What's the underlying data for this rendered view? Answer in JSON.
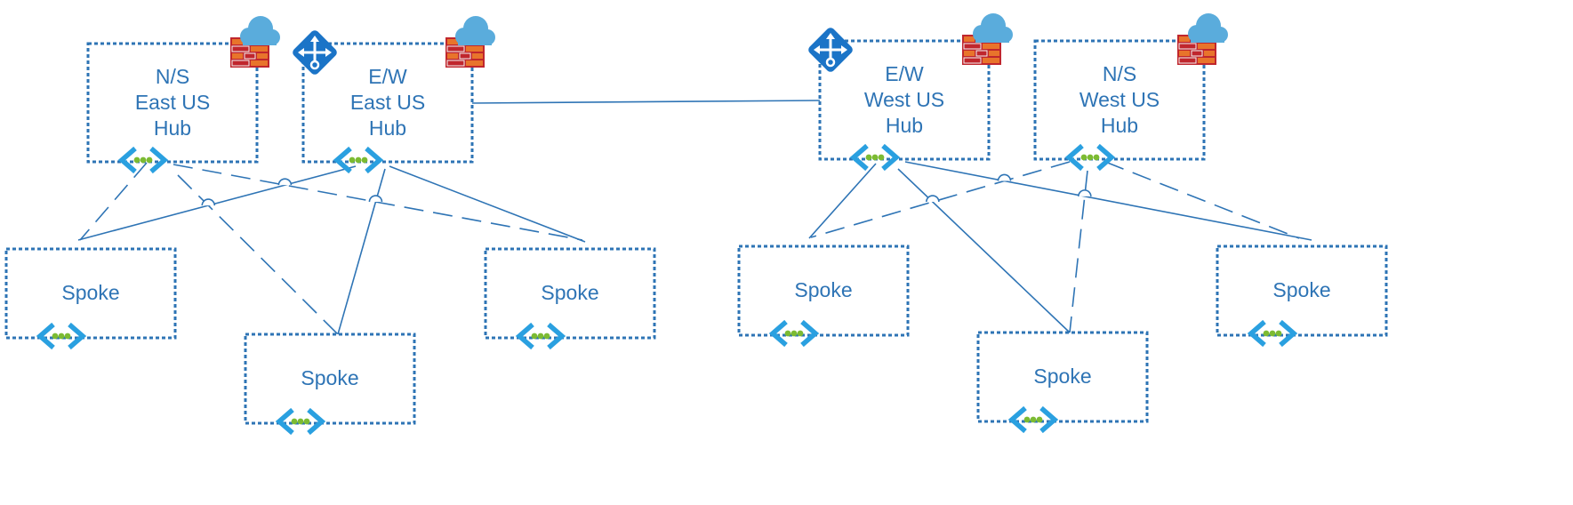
{
  "colors": {
    "accent": "#2e74b5",
    "vnet_bracket": "#2aa0e0",
    "vnet_dots": "#7cbb32",
    "firewall_red": "#c0262d",
    "firewall_orange": "#e8742b",
    "cloud": "#5aacdc",
    "router": "#1b74c7"
  },
  "hubs": [
    {
      "id": "ns-east",
      "lines": [
        "N/S",
        "East US",
        "Hub"
      ],
      "icons": [
        "firewall-icon",
        "cloud-icon",
        "vnet-icon"
      ]
    },
    {
      "id": "ew-east",
      "lines": [
        "E/W",
        "East US",
        "Hub"
      ],
      "icons": [
        "router-icon",
        "firewall-icon",
        "cloud-icon",
        "vnet-icon"
      ]
    },
    {
      "id": "ew-west",
      "lines": [
        "E/W",
        "West US",
        "Hub"
      ],
      "icons": [
        "router-icon",
        "firewall-icon",
        "cloud-icon",
        "vnet-icon"
      ]
    },
    {
      "id": "ns-west",
      "lines": [
        "N/S",
        "West US",
        "Hub"
      ],
      "icons": [
        "firewall-icon",
        "cloud-icon",
        "vnet-icon"
      ]
    }
  ],
  "spokes": [
    {
      "id": "east-1",
      "label": "Spoke"
    },
    {
      "id": "east-2",
      "label": "Spoke"
    },
    {
      "id": "east-3",
      "label": "Spoke"
    },
    {
      "id": "west-1",
      "label": "Spoke"
    },
    {
      "id": "west-2",
      "label": "Spoke"
    },
    {
      "id": "west-3",
      "label": "Spoke"
    }
  ],
  "links": [
    {
      "from": "ew-east",
      "to": "ew-west",
      "style": "solid"
    },
    {
      "from": "ew-east",
      "to": "east-1",
      "style": "solid"
    },
    {
      "from": "ew-east",
      "to": "east-2",
      "style": "solid"
    },
    {
      "from": "ew-east",
      "to": "east-3",
      "style": "solid"
    },
    {
      "from": "ns-east",
      "to": "east-1",
      "style": "dashed"
    },
    {
      "from": "ns-east",
      "to": "east-2",
      "style": "dashed"
    },
    {
      "from": "ns-east",
      "to": "east-3",
      "style": "dashed"
    },
    {
      "from": "ew-west",
      "to": "west-1",
      "style": "solid"
    },
    {
      "from": "ew-west",
      "to": "west-2",
      "style": "solid"
    },
    {
      "from": "ew-west",
      "to": "west-3",
      "style": "solid"
    },
    {
      "from": "ns-west",
      "to": "west-1",
      "style": "dashed"
    },
    {
      "from": "ns-west",
      "to": "west-2",
      "style": "dashed"
    },
    {
      "from": "ns-west",
      "to": "west-3",
      "style": "dashed"
    }
  ]
}
